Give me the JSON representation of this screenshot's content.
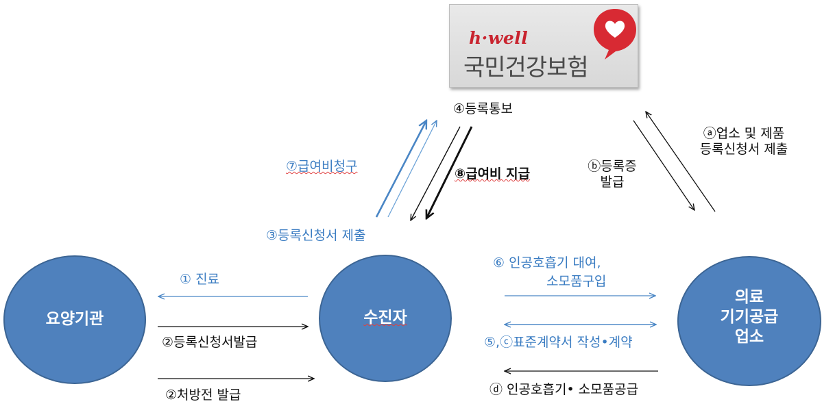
{
  "logo": {
    "brand": "h·well",
    "org_name": "국민건강보험"
  },
  "nodes": {
    "clinic": "요양기관",
    "patient": "수진자",
    "supplier_line1": "의료",
    "supplier_line2": "기기공급",
    "supplier_line3": "업소"
  },
  "steps": {
    "s4_notify": "④등록통보",
    "s7_claim": "⑦급여비청구",
    "s8_payment": "⑧급여비 지급",
    "s3_submit": "③등록신청서 제출",
    "sb_line1": "ⓑ등록증",
    "sb_line2": "발급",
    "sa_line1": "ⓐ업소 및 제품",
    "sa_line2": "등록신청서 제출",
    "s1_treatment": "① 진료",
    "s2_form_issue": "②등록신청서발급",
    "s2_prescription": "②처방전 발급",
    "s6_line1": "⑥ 인공호흡기 대여,",
    "s6_line2": "소모품구입",
    "s5c_contract": "⑤,ⓒ표준계약서 작성•계약",
    "sd_supply": "ⓓ 인공호흡기• 소모품공급"
  },
  "colors": {
    "node_fill": "#4f81bd",
    "node_stroke": "#3c6594",
    "accent_blue": "#3a7cc2",
    "logo_red": "#c9242f"
  }
}
